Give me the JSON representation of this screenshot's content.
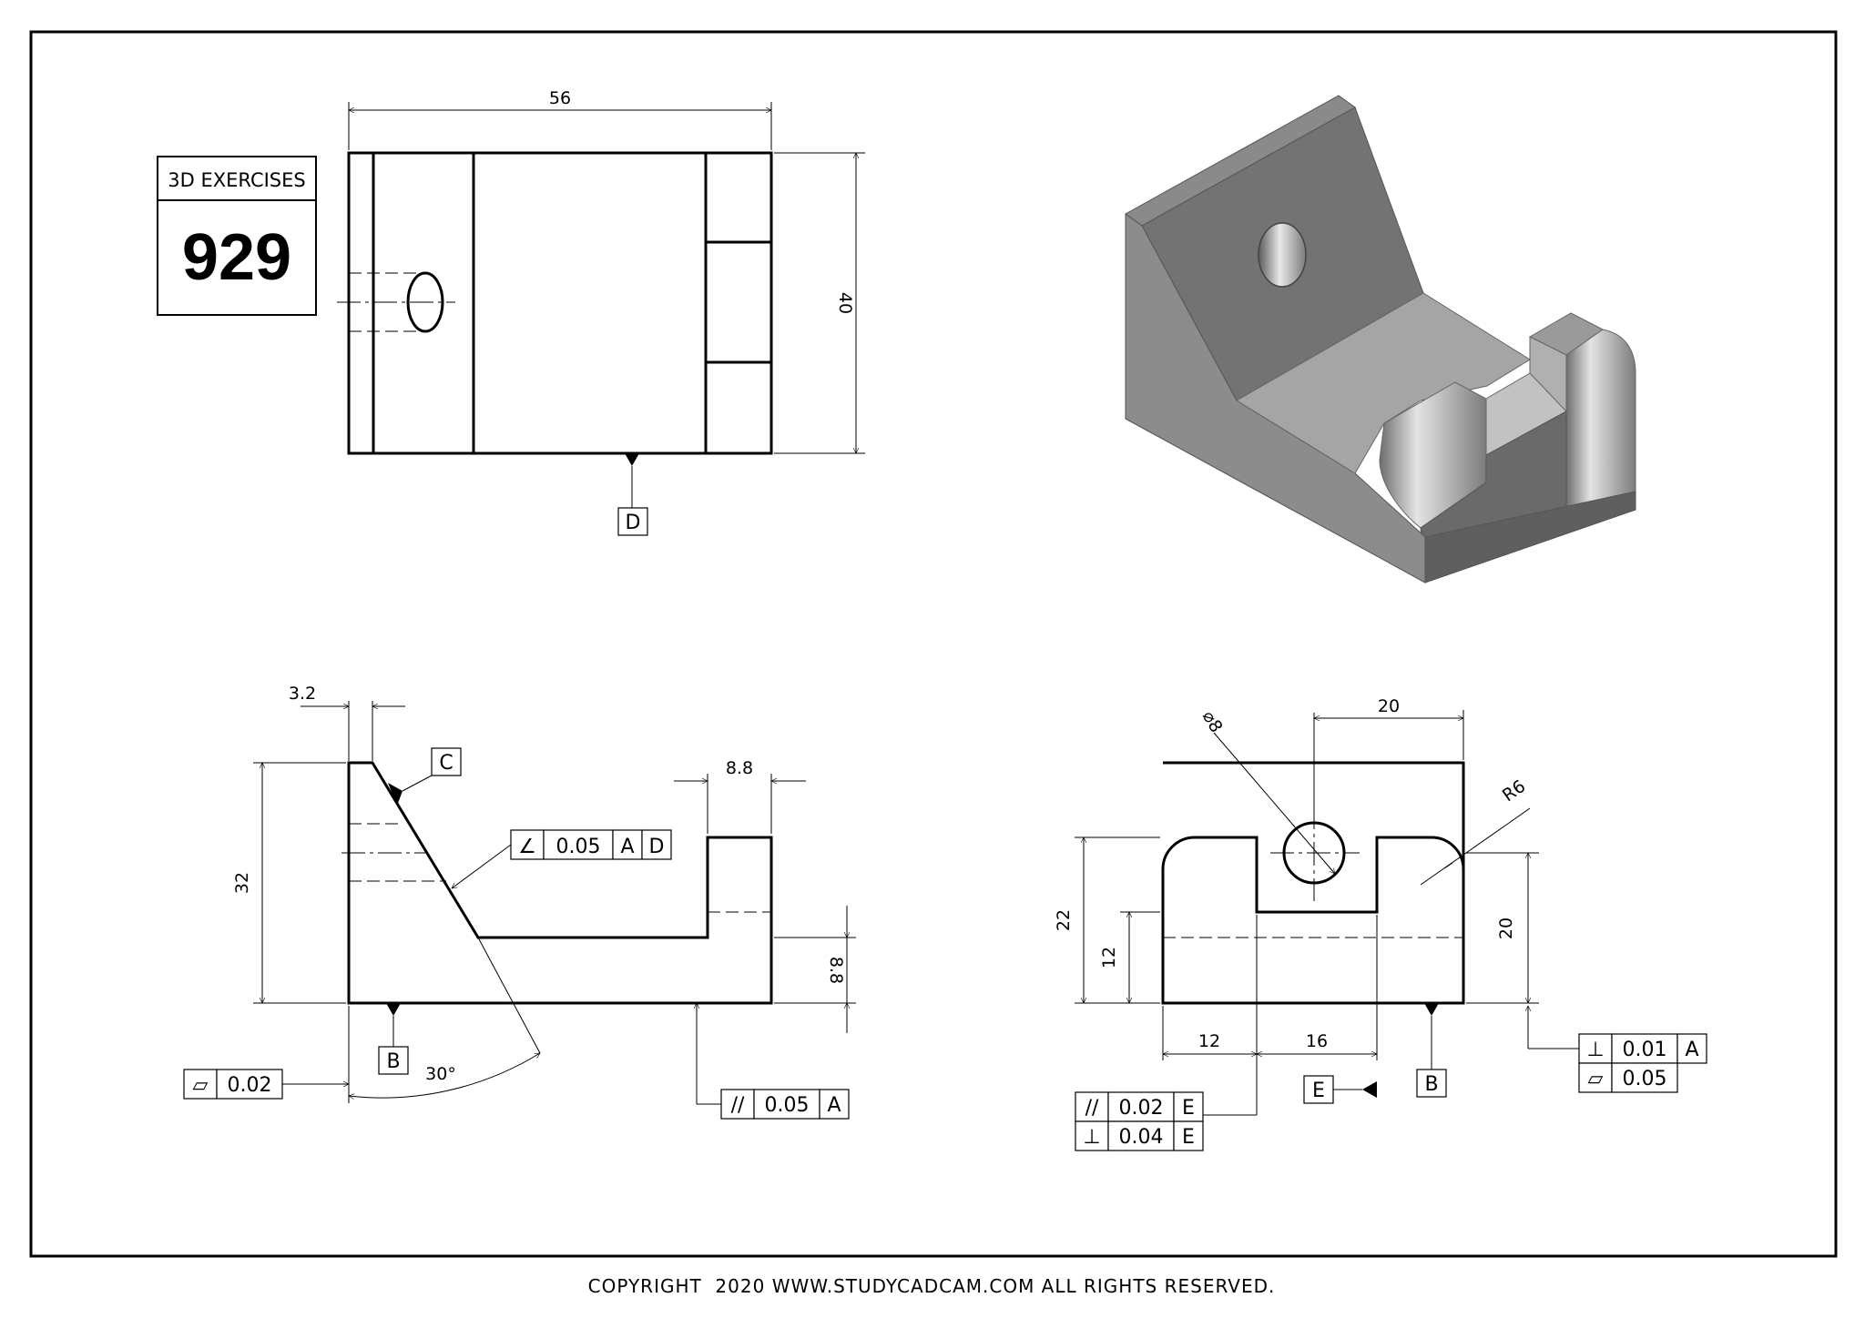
{
  "title_block": {
    "heading": "3D EXERCISES",
    "number": "929"
  },
  "copyright": "COPYRIGHT  2020 WWW.STUDYCADCAM.COM ALL RIGHTS RESERVED.",
  "top_view": {
    "width_dim": "56",
    "height_dim": "40",
    "datum": "D"
  },
  "front_view": {
    "offset_dim": "3.2",
    "height_dim": "32",
    "slot_width_dim": "8.8",
    "base_height_dim": "8.8",
    "angle_dim": "30°",
    "datum_c": "C",
    "datum_b": "B",
    "angularity": {
      "symbol": "∠",
      "value": "0.05",
      "ref1": "A",
      "ref2": "D"
    },
    "flatness": {
      "symbol": "▱",
      "value": "0.02"
    },
    "parallelism": {
      "symbol": "//",
      "value": "0.05",
      "ref": "A"
    }
  },
  "side_view": {
    "hole_dim": "⌀8",
    "top_dim": "20",
    "radius_dim": "R6",
    "left_height_dim": "22",
    "inner_height_dim": "12",
    "right_height_dim": "20",
    "bottom_left_dim": "12",
    "bottom_mid_dim": "16",
    "datum_e": "E",
    "datum_b": "B",
    "perp_right": {
      "symbol": "⊥",
      "value": "0.01",
      "ref": "A"
    },
    "flat_right": {
      "symbol": "▱",
      "value": "0.05"
    },
    "par_left": {
      "symbol": "//",
      "value": "0.02",
      "ref": "E"
    },
    "perp_left": {
      "symbol": "⊥",
      "value": "0.04",
      "ref": "E"
    }
  }
}
